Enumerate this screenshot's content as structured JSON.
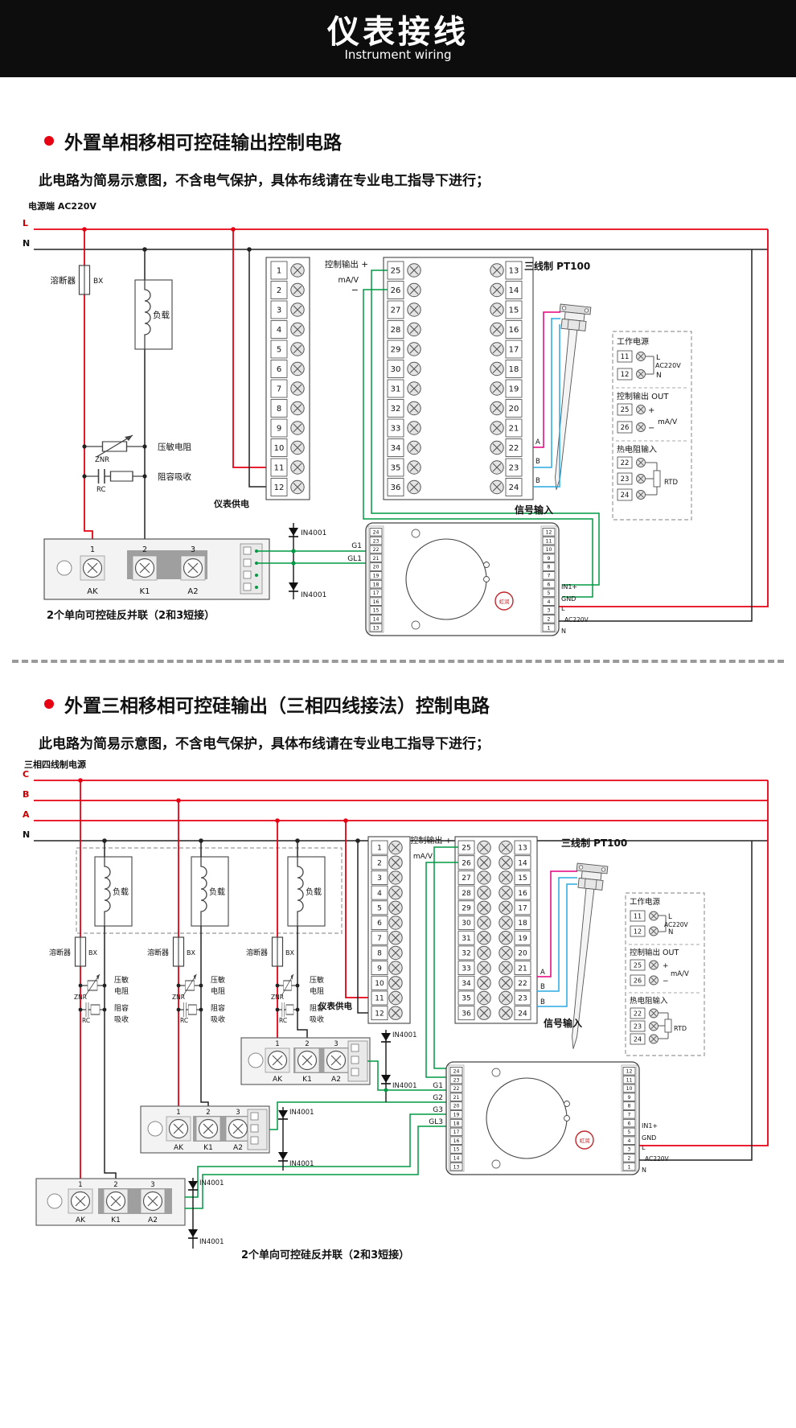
{
  "header": {
    "title": "仪表接线",
    "subtitle": "Instrument wiring"
  },
  "note": "此电路为简易示意图，不含电气保护，具体布线请在专业电工指导下进行；",
  "caption": "2个单向可控硅反并联（2和3短接）",
  "sections": {
    "s1": {
      "title": "外置单相移相可控硅输出控制电路",
      "power_label": "电源端  AC220V",
      "line_labels": [
        "L",
        "N"
      ],
      "gates": [
        "G1",
        "GL1"
      ]
    },
    "s2": {
      "title": "外置三相移相可控硅输出（三相四线接法）控制电路",
      "power_label": "三相四线制电源",
      "line_labels": [
        "C",
        "B",
        "A",
        "N"
      ],
      "gates": [
        "G1",
        "G2",
        "G3",
        "GL3"
      ]
    }
  },
  "labels": {
    "fuse": "溶断器",
    "fuse_model": "BX",
    "load": "负载",
    "varistor": "压敏电阻",
    "varistor2": [
      "压敏",
      "电阻"
    ],
    "varistor_model": "ZNR",
    "rc": "阻容吸收",
    "rc2": [
      "阻容",
      "吸收"
    ],
    "rc_model": "RC",
    "meter_supply": "仪表供电",
    "ctrl_out": "控制输出 +",
    "mav": "mA/V",
    "minus": "−",
    "pt100": "三线制  PT100",
    "signal_in": "信号输入",
    "diode": "IN4001",
    "abb": [
      "A",
      "B",
      "B"
    ],
    "module_nums": [
      "1",
      "2",
      "3"
    ],
    "module_pins": [
      "AK",
      "K1",
      "A2"
    ]
  },
  "terminals": {
    "left": [
      "1",
      "2",
      "3",
      "4",
      "5",
      "6",
      "7",
      "8",
      "9",
      "10",
      "11",
      "12"
    ],
    "mid": [
      "25",
      "26",
      "27",
      "28",
      "29",
      "30",
      "31",
      "32",
      "33",
      "34",
      "35",
      "36"
    ],
    "right": [
      "13",
      "14",
      "15",
      "16",
      "17",
      "18",
      "19",
      "20",
      "21",
      "22",
      "23",
      "24"
    ]
  },
  "legend": {
    "power_title": "工作电源",
    "power_rows": [
      "11",
      "12"
    ],
    "power_l": "L",
    "power_n": "N",
    "power_v": "AC220V",
    "out_title": "控制输出 OUT",
    "out_rows": [
      "25",
      "26"
    ],
    "out_plus": "+",
    "out_minus": "−",
    "out_unit": "mA/V",
    "rtd_title": "热电阻输入",
    "rtd_rows": [
      "22",
      "23",
      "24"
    ],
    "rtd_label": "RTD"
  },
  "device": {
    "left_nums": [
      "24",
      "23",
      "22",
      "21",
      "20",
      "19",
      "18",
      "17",
      "16",
      "15",
      "14",
      "13"
    ],
    "right_nums": [
      "12",
      "11",
      "10",
      "9",
      "8",
      "7",
      "6",
      "5",
      "4",
      "3",
      "2",
      "1"
    ],
    "in1": "IN1+",
    "gnd": "GND",
    "l": "L",
    "ac": "AC220V",
    "n": "N",
    "logo": "虹润"
  }
}
